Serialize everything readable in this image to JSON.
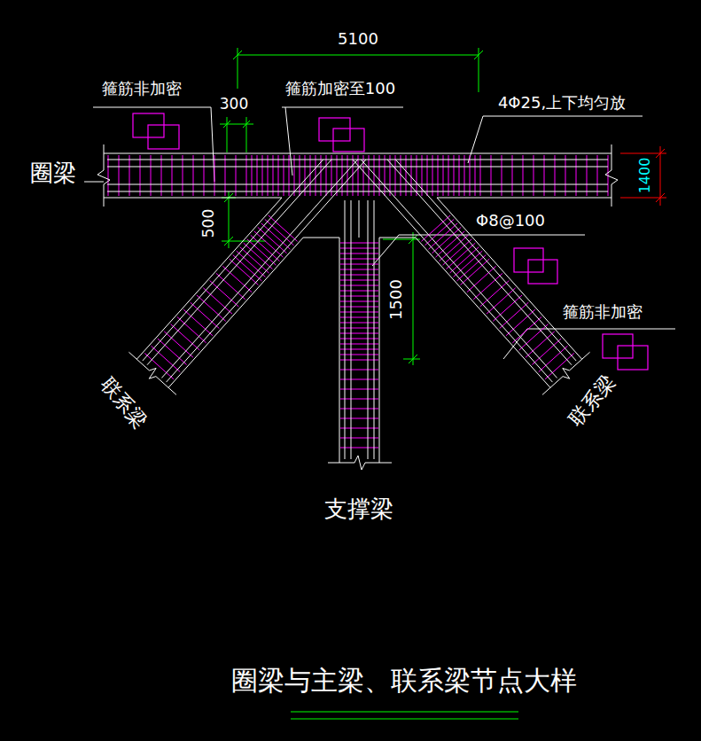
{
  "diagram": {
    "title": "圈梁与主梁、联系梁节点大样",
    "labels": [
      "5100",
      "箍筋非加密",
      "300",
      "箍筋加密至100",
      "4Φ25,上下均匀放",
      "圈梁",
      "1400",
      "500",
      "Φ8@100",
      "1500",
      "箍筋非加密",
      "联系梁",
      "联系梁",
      "支撑梁"
    ]
  }
}
